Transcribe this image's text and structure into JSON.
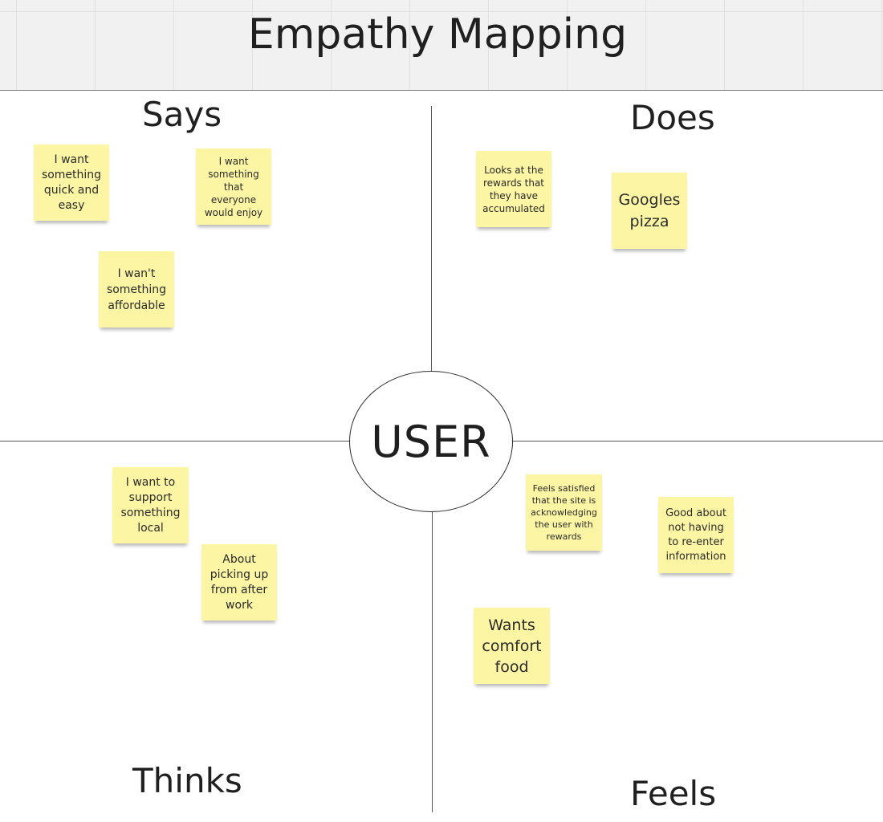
{
  "board": {
    "title": "Empathy Mapping",
    "center_label": "USER"
  },
  "quadrants": {
    "says": "Says",
    "does": "Does",
    "thinks": "Thinks",
    "feels": "Feels"
  },
  "notes": {
    "says_1": "I want something quick and easy",
    "says_2": "I want something that everyone would enjoy",
    "says_3": "I wan't something affordable",
    "does_1": "Looks at the rewards that they have accumulated",
    "does_2": "Googles pizza",
    "thinks_1": "I want to support something local",
    "thinks_2": "About picking up from after work",
    "feels_1": "Feels satisfied that the site is acknowledging the user with rewards",
    "feels_2": "Good about not having to re-enter information",
    "feels_3": "Wants comfort food"
  },
  "colors": {
    "sticky_note": "#fbf5a4",
    "axis_line": "#555555",
    "title_band": "#f1f1f1"
  }
}
